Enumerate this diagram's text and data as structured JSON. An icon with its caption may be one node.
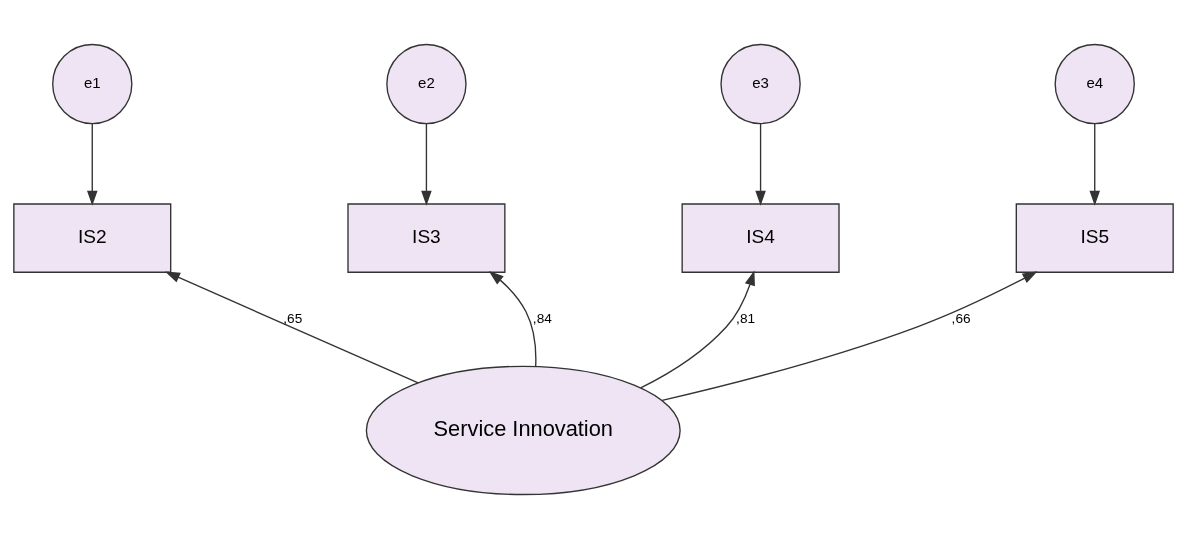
{
  "diagram": {
    "nodes": [
      {
        "text": [
          "e1"
        ]
      },
      {
        "text": [
          "e2"
        ]
      },
      {
        "text": [
          "e3"
        ]
      },
      {
        "text": [
          "e4"
        ]
      },
      {
        "text": [
          "IS2"
        ]
      },
      {
        "text": [
          "IS3"
        ]
      },
      {
        "text": [
          "IS4"
        ]
      },
      {
        "text": [
          "IS5"
        ]
      },
      {
        "text": [
          "Service Innovation"
        ]
      }
    ],
    "edges": [
      {
        "from": 0,
        "to": 4,
        "arrow": "to"
      },
      {
        "from": 1,
        "to": 5,
        "arrow": "to"
      },
      {
        "from": 2,
        "to": 6,
        "arrow": "to"
      },
      {
        "from": 3,
        "to": 7,
        "arrow": "to"
      },
      {
        "from": 8,
        "to": 4,
        "arrow": "to",
        "label": ",65"
      },
      {
        "from": 8,
        "to": 5,
        "arrow": "to",
        "label": ",84"
      },
      {
        "from": 8,
        "to": 6,
        "arrow": "to",
        "label": ",81"
      },
      {
        "from": 8,
        "to": 7,
        "arrow": "to",
        "label": ",66"
      }
    ]
  }
}
